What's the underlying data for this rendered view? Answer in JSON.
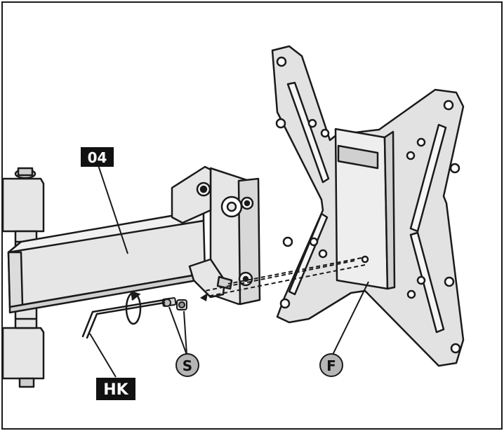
{
  "diagram": {
    "part_labels": {
      "arm": "04",
      "screws": "S",
      "plate": "F",
      "hex_key": "HK"
    },
    "colors": {
      "line": "#1a1a1a",
      "metal": "#e6e6e6",
      "metal_dark": "#cfcfcf",
      "tag_dark_bg": "#111111",
      "tag_dark_text": "#ffffff",
      "tag_circle_bg": "#b5b5b5"
    },
    "icons": [
      "rotate-arrow-icon",
      "dashed-alignment-arrow-icon"
    ]
  }
}
